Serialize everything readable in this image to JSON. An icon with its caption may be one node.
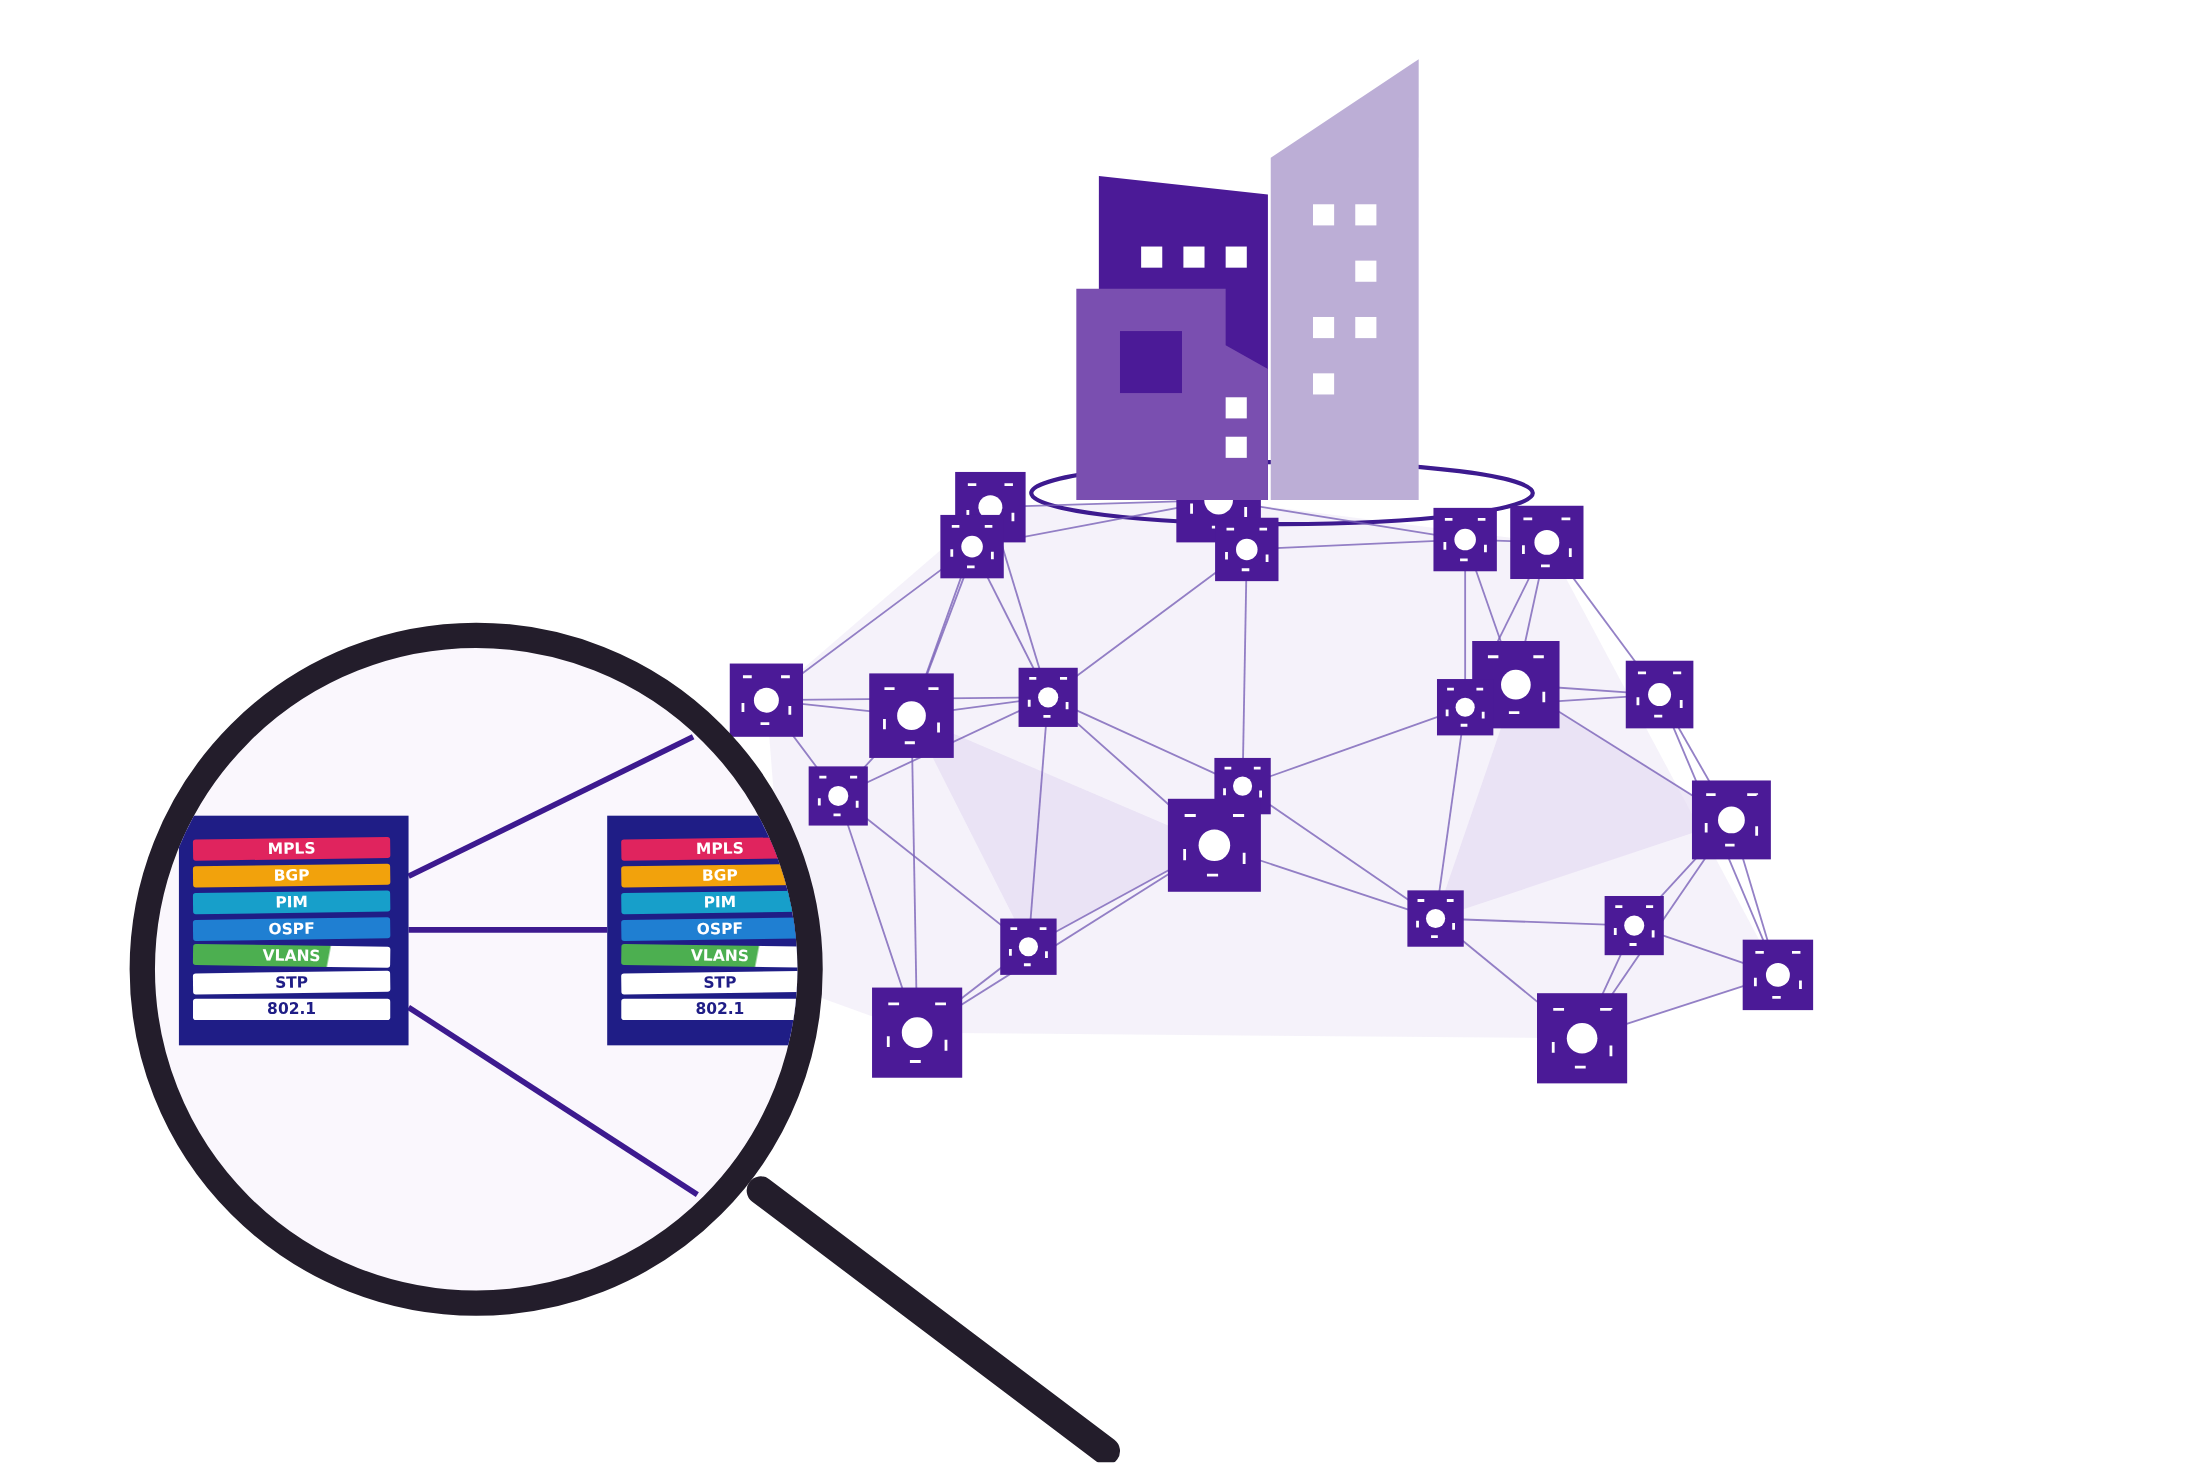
{
  "diagram": {
    "nodes": [
      {
        "text": [],
        "shape": "box"
      },
      {
        "text": [
          "MPLS"
        ],
        "in": 0
      },
      {
        "text": [
          "BGP"
        ],
        "in": 0
      },
      {
        "text": [
          "PIM"
        ],
        "in": 0
      },
      {
        "text": [
          "OSPF"
        ],
        "in": 0
      },
      {
        "text": [
          "VLANS"
        ],
        "in": 0
      },
      {
        "text": [
          "STP"
        ],
        "in": 0
      },
      {
        "text": [
          "802.1"
        ],
        "in": 0
      },
      {
        "text": [],
        "shape": "box"
      },
      {
        "text": [
          "MPLS"
        ],
        "in": 8
      },
      {
        "text": [
          "BGP"
        ],
        "in": 8
      },
      {
        "text": [
          "PIM"
        ],
        "in": 8
      },
      {
        "text": [
          "OSPF"
        ],
        "in": 8
      },
      {
        "text": [
          "VLANS"
        ],
        "in": 8
      },
      {
        "text": [
          "STP"
        ],
        "in": 8
      },
      {
        "text": [
          "802.1"
        ],
        "in": 8
      }
    ],
    "edges": [
      {
        "from": 0,
        "to": 8,
        "arrow": "none"
      },
      {
        "from": 0,
        "to": null,
        "arrow": "none"
      },
      {
        "from": 0,
        "to": null,
        "arrow": "none"
      }
    ]
  }
}
